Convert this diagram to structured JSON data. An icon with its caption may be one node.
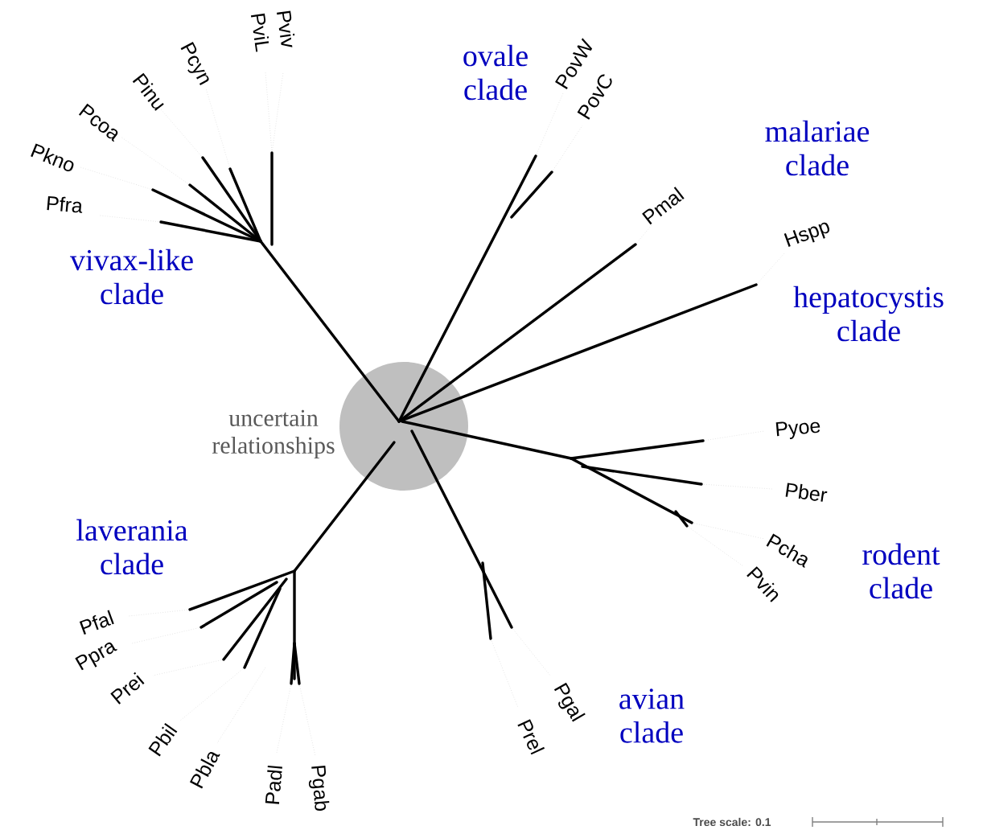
{
  "diagram": {
    "nodes": [
      {
        "text": [],
        "shape": "circle"
      }
    ],
    "labels": [
      "PviL",
      "Pviv",
      "Pcyn",
      "ovale clade",
      "PovW",
      "Pinu",
      "PovC",
      "Pcoa",
      "malariae clade",
      "Pkno",
      "Pmal",
      "Pfra",
      "Hspp",
      "vivax-like clade",
      "hepatocystis clade",
      "uncertain relationships",
      "Pyoe",
      "Pber",
      "laverania clade",
      "Pcha",
      "rodent clade",
      "Pvin",
      "Pfal",
      "Ppra",
      "Prei",
      "Pgal",
      "avian clade",
      "Pbil",
      "Prel",
      "Pbla",
      "Padl",
      "Pgab",
      "Tree scale: 0.1"
    ]
  }
}
